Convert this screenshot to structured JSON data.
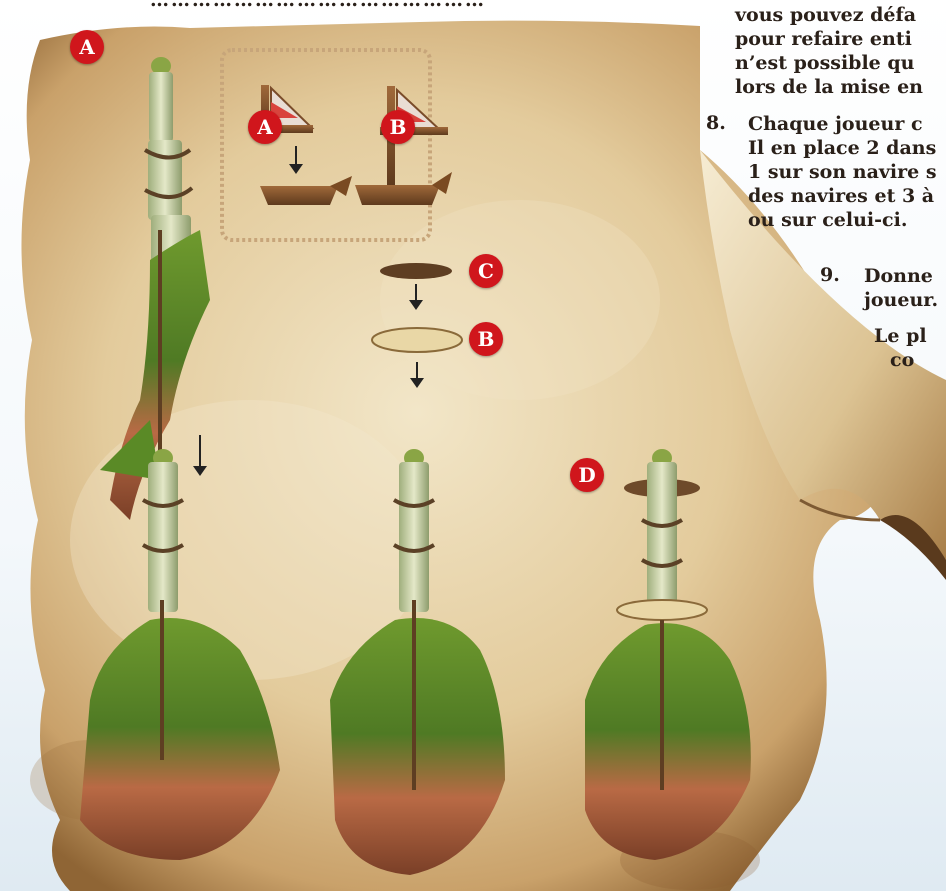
{
  "instructions": {
    "top_partial": "…………………………………………",
    "step7_lines": [
      "vous pouvez défa",
      "pour refaire enti",
      "n’est possible qu",
      "lors de la mise en"
    ],
    "step8_number": "8.",
    "step8_lines": [
      "Chaque joueur c",
      "Il en place 2 dans",
      "1 sur son navire s",
      "des navires et 3 à",
      "ou sur celui-ci."
    ],
    "step9_number": "9.",
    "step9_lines": [
      "Donne",
      "joueur."
    ],
    "closing_lines": [
      "Le pl",
      "co"
    ]
  },
  "labels": {
    "tower_a": "A",
    "boat_a": "A",
    "boat_b": "B",
    "disc_c": "C",
    "disc_b": "B",
    "tower_d": "D"
  },
  "colors": {
    "parchment": "#e4cfa5",
    "badge_red": "#d0161c",
    "text": "#2a2019",
    "grass": "#5f8f2a",
    "rock": "#b0553a"
  }
}
